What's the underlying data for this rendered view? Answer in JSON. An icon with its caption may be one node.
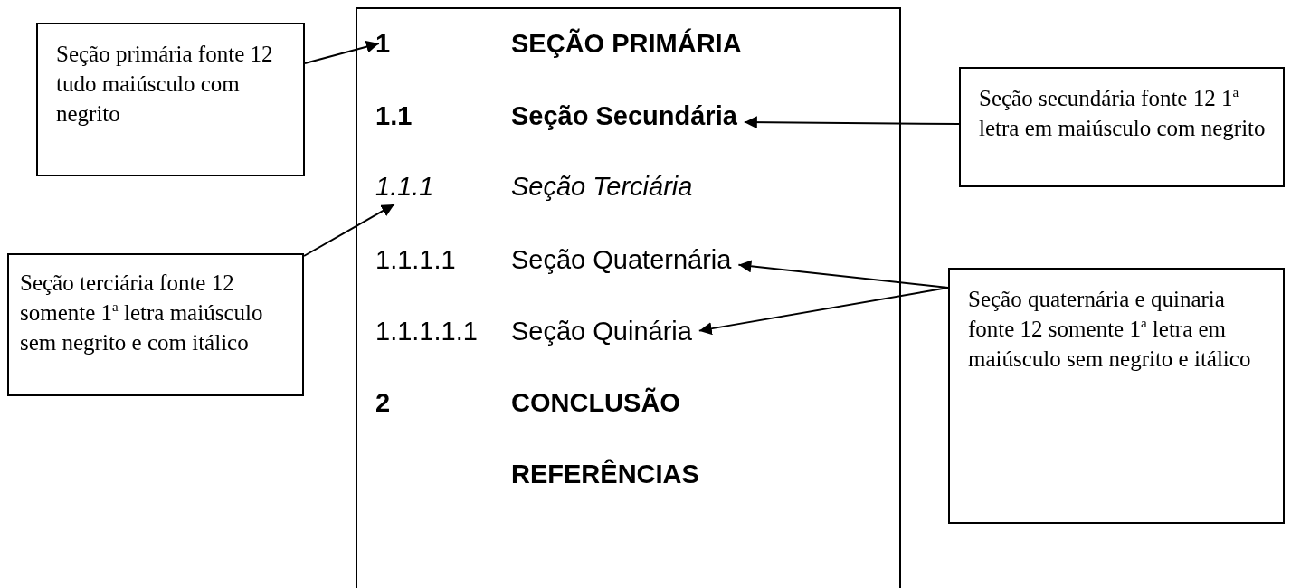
{
  "diagram": {
    "nodes": [
      {
        "text": [],
        "shape": "box"
      },
      {
        "text": [
          "1",
          "SEÇÃO PRIMÁRIA"
        ],
        "in": 0
      },
      {
        "text": [
          "1.1",
          "Seção Secundária"
        ],
        "in": 0
      },
      {
        "text": [
          "1.1.1",
          "Seção Terciária"
        ],
        "in": 0
      },
      {
        "text": [
          "1.1.1.1",
          "Seção Quaternária"
        ],
        "in": 0
      },
      {
        "text": [
          "1.1.1.1.1",
          "Seção Quinária"
        ],
        "in": 0
      },
      {
        "text": [
          "2",
          "CONCLUSÃO"
        ],
        "in": 0
      },
      {
        "text": [
          "REFERÊNCIAS"
        ],
        "in": 0
      },
      {
        "text": [
          "Seção primária fonte 12 tudo maiúsculo com negrito"
        ]
      },
      {
        "text": [
          "Seção secundária fonte 12 1$^{a}$ letra em maiúsculo com negrito"
        ]
      },
      {
        "text": [
          "Seção terciária fonte 12 somente 1$^{a}$ letra maiúsculo sem negrito e com itálico"
        ]
      },
      {
        "text": [
          "Seção quaternária e quinaria fonte 12 somente 1$^{a}$ letra em maiúsculo sem negrito e itálico"
        ]
      }
    ],
    "edges": [
      {
        "from": 8,
        "to": 1,
        "arrow": "to"
      },
      {
        "from": 9,
        "to": 2,
        "arrow": "to"
      },
      {
        "from": 10,
        "to": 3,
        "arrow": "to"
      },
      {
        "from": 11,
        "to": 4,
        "arrow": "to"
      },
      {
        "from": 11,
        "to": 5,
        "arrow": "to"
      }
    ]
  }
}
